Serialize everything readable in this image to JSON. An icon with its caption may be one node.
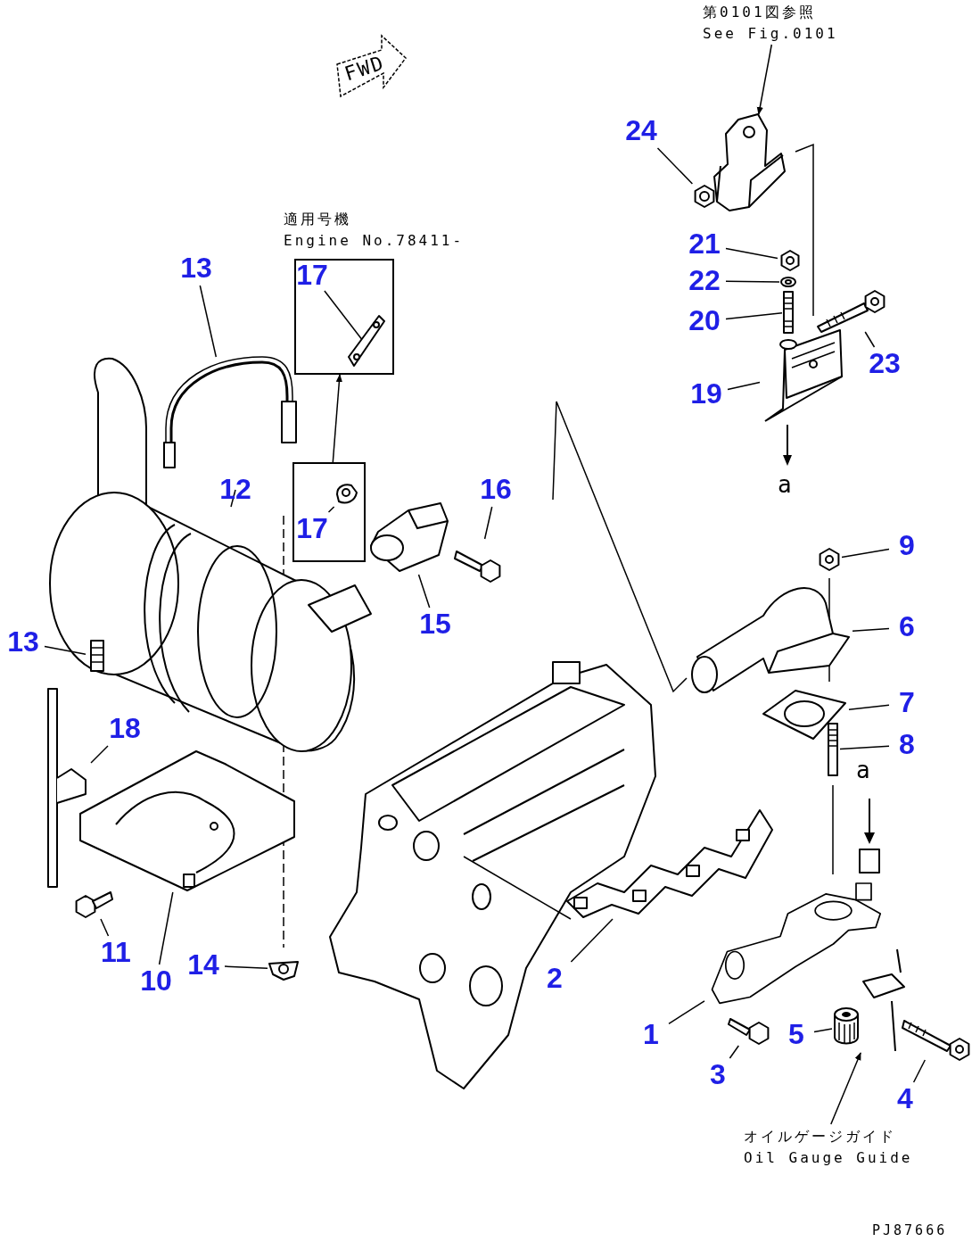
{
  "diagram": {
    "nodes": [
      {
        "text": [
          "適用号機",
          "Engine No.78411-"
        ]
      },
      {
        "text": [
          "17"
        ],
        "in": 0
      },
      {
        "text": [],
        "shape": "picture",
        "in": 0
      },
      {
        "text": [],
        "shape": "box"
      },
      {
        "text": [
          "17"
        ],
        "in": 3
      },
      {
        "text": [],
        "shape": "picture",
        "in": 3
      },
      {
        "text": [
          "第0101図参照",
          "See Fig.0101"
        ]
      },
      {
        "text": [],
        "shape": "picture"
      },
      {
        "text": [
          "24"
        ]
      },
      {
        "text": [],
        "shape": "picture"
      },
      {
        "text": [
          "21"
        ]
      },
      {
        "text": [],
        "shape": "picture"
      },
      {
        "text": [
          "22"
        ]
      },
      {
        "text": [],
        "shape": "picture"
      },
      {
        "text": [
          "20"
        ]
      },
      {
        "text": [],
        "shape": "picture"
      },
      {
        "text": [
          "23"
        ]
      },
      {
        "text": [],
        "shape": "picture"
      },
      {
        "text": [
          "19"
        ]
      },
      {
        "text": [],
        "shape": "picture"
      },
      {
        "text": [
          "13"
        ]
      },
      {
        "text": [],
        "shape": "picture"
      },
      {
        "text": [
          "12"
        ]
      },
      {
        "text": [],
        "shape": "picture"
      },
      {
        "text": [
          "16"
        ]
      },
      {
        "text": [],
        "shape": "picture"
      },
      {
        "text": [
          "15"
        ]
      },
      {
        "text": [],
        "shape": "picture"
      },
      {
        "text": [
          "9"
        ]
      },
      {
        "text": [],
        "shape": "picture"
      },
      {
        "text": [
          "6"
        ]
      },
      {
        "text": [],
        "shape": "picture"
      },
      {
        "text": [
          "7"
        ]
      },
      {
        "text": [],
        "shape": "picture"
      },
      {
        "text": [
          "8"
        ]
      },
      {
        "text": [],
        "shape": "picture"
      },
      {
        "text": [
          "13"
        ]
      },
      {
        "text": [],
        "shape": "picture"
      },
      {
        "text": [
          "18"
        ]
      },
      {
        "text": [],
        "shape": "picture"
      },
      {
        "text": [
          "11"
        ]
      },
      {
        "text": [],
        "shape": "picture"
      },
      {
        "text": [
          "10"
        ]
      },
      {
        "text": [],
        "shape": "picture"
      },
      {
        "text": [
          "14"
        ]
      },
      {
        "text": [],
        "shape": "picture"
      },
      {
        "text": [
          "2"
        ]
      },
      {
        "text": [],
        "shape": "picture"
      },
      {
        "text": [
          "1"
        ]
      },
      {
        "text": [],
        "shape": "picture"
      },
      {
        "text": [
          "3"
        ]
      },
      {
        "text": [],
        "shape": "picture"
      },
      {
        "text": [
          "5"
        ]
      },
      {
        "text": [],
        "shape": "picture"
      },
      {
        "text": [
          "4"
        ]
      },
      {
        "text": [],
        "shape": "picture"
      },
      {
        "text": [
          "オイルゲージガイド",
          "Oil Gauge Guide"
        ]
      },
      {
        "text": [],
        "shape": "picture"
      }
    ],
    "edges": [
      {
        "from": 1,
        "to": 2,
        "arrow": "none"
      },
      {
        "from": 4,
        "to": 5,
        "arrow": "none"
      },
      {
        "from": 3,
        "to": 0,
        "arrow": "to"
      },
      {
        "from": 6,
        "to": 7,
        "arrow": "to"
      },
      {
        "from": 8,
        "to": 9,
        "arrow": "none"
      },
      {
        "from": 10,
        "to": 11,
        "arrow": "none"
      },
      {
        "from": 12,
        "to": 13,
        "arrow": "none"
      },
      {
        "from": 14,
        "to": 15,
        "arrow": "none"
      },
      {
        "from": 16,
        "to": 17,
        "arrow": "none"
      },
      {
        "from": 18,
        "to": 19,
        "arrow": "none"
      },
      {
        "from": 20,
        "to": 21,
        "arrow": "none"
      },
      {
        "from": 22,
        "to": 23,
        "arrow": "none"
      },
      {
        "from": 24,
        "to": 25,
        "arrow": "none"
      },
      {
        "from": 26,
        "to": 27,
        "arrow": "none"
      },
      {
        "from": 28,
        "to": 29,
        "arrow": "none"
      },
      {
        "from": 30,
        "to": 31,
        "arrow": "none"
      },
      {
        "from": 32,
        "to": 33,
        "arrow": "none"
      },
      {
        "from": 34,
        "to": 35,
        "arrow": "none"
      },
      {
        "from": 36,
        "to": 37,
        "arrow": "none"
      },
      {
        "from": 38,
        "to": 39,
        "arrow": "none"
      },
      {
        "from": 40,
        "to": 41,
        "arrow": "none"
      },
      {
        "from": 42,
        "to": 43,
        "arrow": "none"
      },
      {
        "from": 44,
        "to": 45,
        "arrow": "none"
      },
      {
        "from": 46,
        "to": 47,
        "arrow": "none"
      },
      {
        "from": 48,
        "to": 49,
        "arrow": "none"
      },
      {
        "from": 50,
        "to": 51,
        "arrow": "none"
      },
      {
        "from": 52,
        "to": 53,
        "arrow": "none"
      },
      {
        "from": 54,
        "to": 55,
        "arrow": "none"
      },
      {
        "from": 56,
        "to": 57,
        "arrow": "to"
      }
    ],
    "labels": [
      "FWD",
      "a",
      "a",
      "PJ87666"
    ]
  }
}
